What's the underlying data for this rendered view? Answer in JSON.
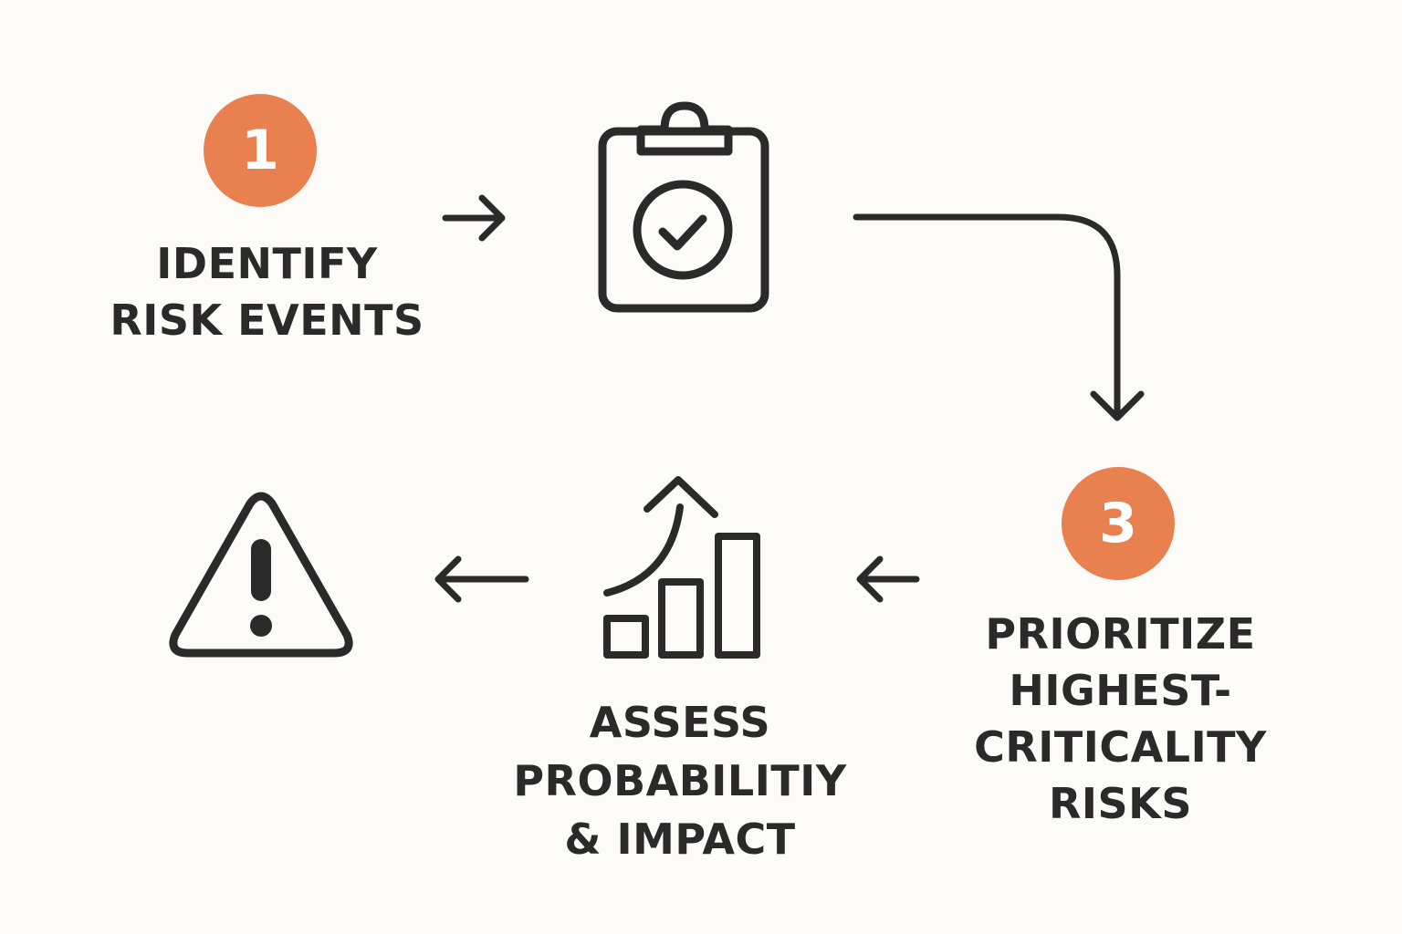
{
  "steps": [
    {
      "number": "1",
      "label_lines": [
        "IDENTIFY",
        "RISK EVENTS"
      ]
    },
    {
      "label_lines": [
        "ASSESS",
        "PROBABILITIY",
        "& IMPACT"
      ]
    },
    {
      "number": "3",
      "label_lines": [
        "PRIORITIZE",
        "HIGHEST-",
        "CRITICALITY",
        "RISKS"
      ]
    }
  ],
  "icons": [
    "clipboard-check-icon",
    "growth-chart-icon",
    "warning-triangle-icon"
  ],
  "colors": {
    "accent": "#e8804f",
    "ink": "#2a2a2a",
    "background": "#fcfbf8"
  }
}
